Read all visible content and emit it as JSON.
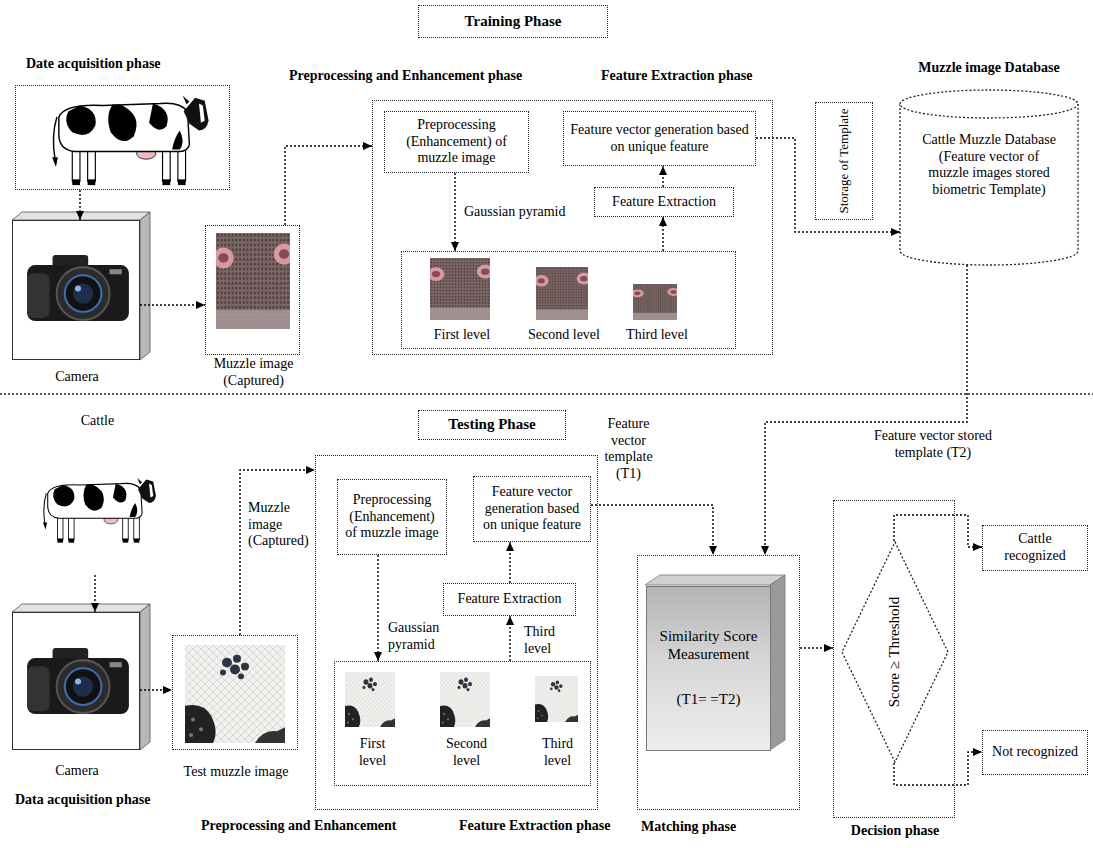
{
  "diagram": {
    "nodes": [
      {
        "text": [
          "Training Phase"
        ]
      },
      {
        "text": [
          "Date acquisition phase"
        ]
      },
      {
        "text": [
          "Camera"
        ]
      },
      {
        "text": [
          "Muzzle image (Captured)"
        ]
      },
      {
        "text": [
          "Preprocessing and Enhancement phase",
          "Feature Extraction phase"
        ]
      },
      {
        "text": [
          "Preprocessing (Enhancement) of muzzle image"
        ],
        "in": 4
      },
      {
        "text": [
          "Feature vector generation based on unique feature"
        ],
        "in": 4
      },
      {
        "text": [
          "Feature Extraction"
        ],
        "in": 4
      },
      {
        "text": [
          "First level",
          "Second level",
          "Third level"
        ],
        "in": 4
      },
      {
        "text": [
          "Storage of Template"
        ]
      },
      {
        "text": [
          "Muzzle image Database",
          "Cattle Muzzle Database (Feature vector of muzzle images stored biometric Template)"
        ]
      },
      {
        "text": [
          "Testing Phase"
        ]
      },
      {
        "text": [
          "Cattle"
        ]
      },
      {
        "text": [
          "Camera"
        ]
      },
      {
        "text": [
          "Test muzzle image"
        ]
      },
      {
        "text": [
          "Preprocessing and Enhancement",
          "Feature Extraction phase"
        ]
      },
      {
        "text": [
          "Preprocessing (Enhancement) of muzzle image"
        ],
        "in": 15
      },
      {
        "text": [
          "Feature vector generation based on unique feature"
        ],
        "in": 15
      },
      {
        "text": [
          "Feature Extraction"
        ],
        "in": 15
      },
      {
        "text": [
          "First level",
          "Second level",
          "Third level"
        ],
        "in": 15
      },
      {
        "text": [
          "Matching phase"
        ]
      },
      {
        "text": [
          "Similarity Score Measurement",
          "(T1= =T2)"
        ],
        "in": 20
      },
      {
        "text": [
          "Decision phase"
        ]
      },
      {
        "text": [
          "Score ≥ Threshold"
        ],
        "in": 22
      },
      {
        "text": [
          "Cattle recognized"
        ]
      },
      {
        "text": [
          "Not recognized"
        ]
      }
    ],
    "edges": [
      {
        "from": 1,
        "to": 2,
        "arrow": "to"
      },
      {
        "from": 2,
        "to": 3,
        "arrow": "to"
      },
      {
        "from": 3,
        "to": 4,
        "arrow": "to"
      },
      {
        "from": 5,
        "to": 8,
        "arrow": "to",
        "label": "Gaussian pyramid"
      },
      {
        "from": 8,
        "to": 7,
        "arrow": "to"
      },
      {
        "from": 7,
        "to": 6,
        "arrow": "to"
      },
      {
        "from": 6,
        "to": 10,
        "arrow": "to"
      },
      {
        "from": 12,
        "to": 13,
        "arrow": "to"
      },
      {
        "from": 13,
        "to": 14,
        "arrow": "to"
      },
      {
        "from": 14,
        "to": 15,
        "arrow": "to",
        "label": "Muzzle image (Captured)"
      },
      {
        "from": 16,
        "to": 19,
        "arrow": "to",
        "label": "Gaussian pyramid"
      },
      {
        "from": 19,
        "to": 18,
        "arrow": "to",
        "label": "Third level"
      },
      {
        "from": 18,
        "to": 17,
        "arrow": "to"
      },
      {
        "from": 17,
        "to": 20,
        "arrow": "to",
        "label": "Feature vector template (T1)"
      },
      {
        "from": 10,
        "to": 20,
        "arrow": "to",
        "label": "Feature vector stored template (T2)"
      },
      {
        "from": 20,
        "to": 22,
        "arrow": "to"
      },
      {
        "from": 23,
        "to": 24,
        "arrow": "to"
      },
      {
        "from": 23,
        "to": 25,
        "arrow": "to"
      }
    ],
    "labels": [
      "Data acquisition phase"
    ]
  }
}
